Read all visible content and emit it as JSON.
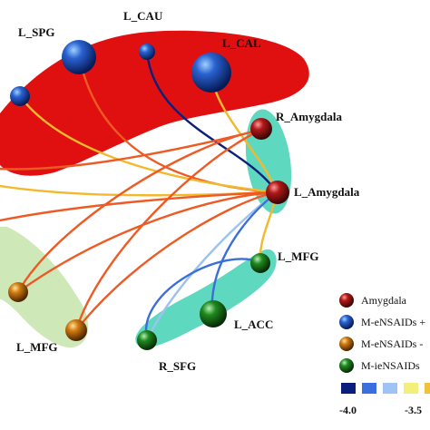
{
  "nodes": {
    "l_spg": "L_SPG",
    "l_cau": "L_CAU",
    "l_cal": "L_CAL",
    "r_amygdala": "R_Amygdala",
    "l_amygdala": "L_Amygdala",
    "l_mfg_right": "L_MFG",
    "l_acc": "L_ACC",
    "r_sfg": "R_SFG",
    "l_mfg_left": "L_MFG"
  },
  "legend": {
    "items": [
      {
        "label": "Amygdala",
        "color": "#a01010"
      },
      {
        "label": "M-eNSAIDs +",
        "color": "#1e4fb8"
      },
      {
        "label": "M-eNSAIDs -",
        "color": "#c8700c"
      },
      {
        "label": "M-ieNSAIDs",
        "color": "#1f7a1f"
      }
    ]
  },
  "colorbar": {
    "colors": [
      "#0a1f7a",
      "#3b6fe0",
      "#9ec4f5",
      "#f2f07a",
      "#f0c23a"
    ],
    "min_label": "-4.0",
    "max_label": "-3.5"
  },
  "colors": {
    "red_module": "#e01010",
    "teal_module": "#5fd8c0",
    "green_module": "#cfe8b8",
    "edge_orange": "#ee5a24",
    "edge_yellow": "#f3b92e",
    "edge_navy": "#0d1f7a",
    "edge_blue": "#3a6fd8",
    "edge_lightblue": "#9cc2f0"
  }
}
